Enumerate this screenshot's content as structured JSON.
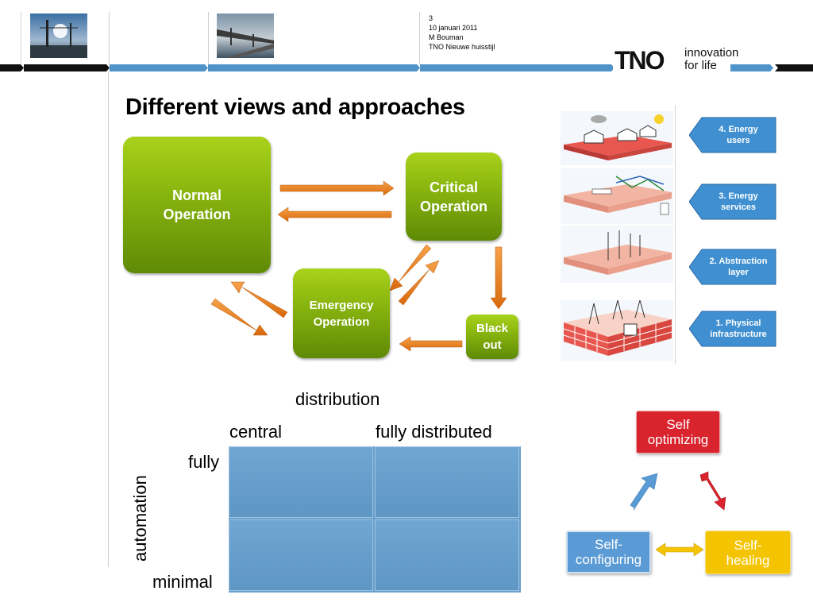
{
  "header": {
    "slide_number": "3",
    "date": "10 januari 2011",
    "author": "M Bouman",
    "template": "TNO Nieuwe huisstijl",
    "logo_mark": "TNO",
    "logo_line1": "innovation",
    "logo_line2": "for life"
  },
  "title": "Different views and approaches",
  "states": {
    "normal": [
      "Normal",
      "Operation"
    ],
    "critical": [
      "Critical",
      "Operation"
    ],
    "emergency": [
      "Emergency",
      "Operation"
    ],
    "blackout": [
      "Black",
      "out"
    ]
  },
  "layers": [
    {
      "label": [
        "4. Energy",
        "users"
      ]
    },
    {
      "label": [
        "3. Energy",
        "services"
      ]
    },
    {
      "label": [
        "2. Abstraction",
        "layer"
      ]
    },
    {
      "label": [
        "1. Physical",
        "infrastructure"
      ]
    }
  ],
  "matrix": {
    "distribution_label": "distribution",
    "col_central": "central",
    "col_distributed": "fully distributed",
    "automation_label": "automation",
    "row_fully": "fully",
    "row_minimal": "minimal"
  },
  "cycle": {
    "optimizing": [
      "Self",
      "optimizing"
    ],
    "configuring": [
      "Self-",
      "configuring"
    ],
    "healing": [
      "Self-",
      "healing"
    ]
  },
  "colors": {
    "band_blue": "#4f93c9",
    "green_box": "#86b20e",
    "arrow_orange": "#e2791a",
    "matrix_blue": "#6aa0cc",
    "badge_blue": "#3f8fd1",
    "red": "#d9232d",
    "yellow": "#f5c400"
  }
}
